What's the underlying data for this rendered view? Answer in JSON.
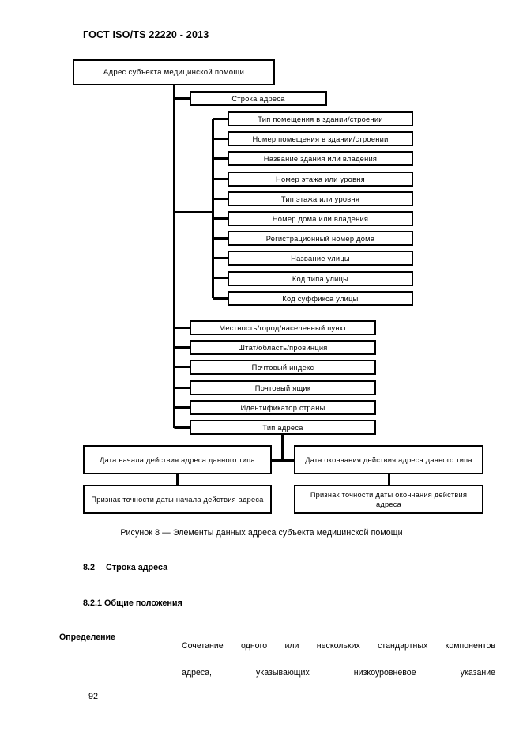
{
  "document": {
    "header": "ГОСТ ISO/TS 22220 - 2013",
    "page_number": "92"
  },
  "figure": {
    "caption": "Рисунок 8 — Элементы данных адреса субъекта медицинской помощи",
    "root": {
      "label": "Адрес субъекта медицинской помощи"
    },
    "address_line": {
      "label": "Строка адреса"
    },
    "address_line_children": [
      {
        "label": "Тип помещения в здании/строении"
      },
      {
        "label": "Номер помещения в здании/строении"
      },
      {
        "label": "Название здания или владения"
      },
      {
        "label": "Номер этажа или уровня"
      },
      {
        "label": "Тип этажа или уровня"
      },
      {
        "label": "Номер дома или владения"
      },
      {
        "label": "Регистрационный номер дома"
      },
      {
        "label": "Название улицы"
      },
      {
        "label": "Код типа улицы"
      },
      {
        "label": "Код суффикса улицы"
      }
    ],
    "root_children": [
      {
        "label": "Местность/город/населенный пункт"
      },
      {
        "label": "Штат/область/провинция"
      },
      {
        "label": "Почтовый индекс"
      },
      {
        "label": "Почтовый ящик"
      },
      {
        "label": "Идентификатор страны"
      },
      {
        "label": "Тип адреса"
      }
    ],
    "date_start": {
      "label": "Дата начала действия адреса данного типа"
    },
    "date_end": {
      "label": "Дата окончания действия адреса данного типа"
    },
    "accuracy_start": {
      "label": "Признак точности даты начала действия адреса"
    },
    "accuracy_end": {
      "label": "Признак точности даты окончания действия адреса"
    },
    "colors": {
      "line": "#000000",
      "box_fill": "#ffffff",
      "text": "#000000"
    }
  },
  "section_8_2": {
    "number": "8.2",
    "title": "Строка адреса"
  },
  "section_8_2_1": {
    "title": "8.2.1 Общие положения"
  },
  "definition": {
    "label": "Определение",
    "line1": "Сочетание одного или нескольких стандартных компонентов",
    "line2": "адреса, указывающих низкоуровневое указание"
  }
}
